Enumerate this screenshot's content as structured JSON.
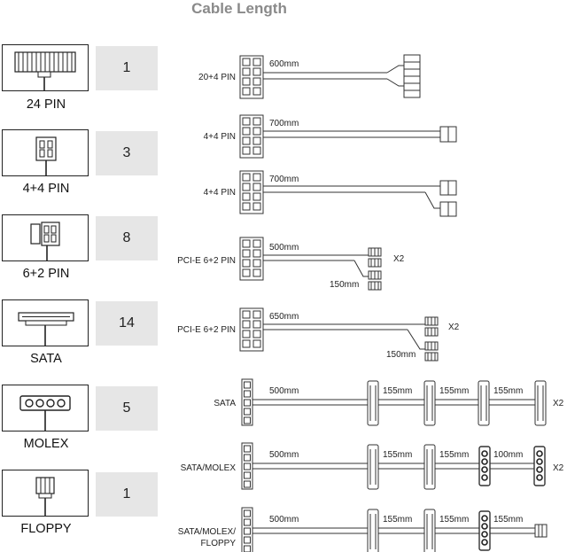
{
  "title": "Cable Length",
  "connectors": [
    {
      "label": "24 PIN",
      "count": "1",
      "icon": "atx-24pin-icon"
    },
    {
      "label": "4+4 PIN",
      "count": "3",
      "icon": "cpu-8pin-icon"
    },
    {
      "label": "6+2 PIN",
      "count": "8",
      "icon": "pcie-8pin-icon"
    },
    {
      "label": "SATA",
      "count": "14",
      "icon": "sata-connector-icon"
    },
    {
      "label": "MOLEX",
      "count": "5",
      "icon": "molex-connector-icon"
    },
    {
      "label": "FLOPPY",
      "count": "1",
      "icon": "floppy-connector-icon"
    }
  ],
  "cables": [
    {
      "name": "20+4 PIN",
      "length": "600mm"
    },
    {
      "name": "4+4 PIN",
      "length": "700mm"
    },
    {
      "name": "4+4 PIN",
      "length": "700mm"
    },
    {
      "name": "PCI-E 6+2 PIN",
      "length": "500mm",
      "branch": "150mm",
      "multiplier": "X2"
    },
    {
      "name": "PCI-E 6+2 PIN",
      "length": "650mm",
      "branch": "150mm",
      "multiplier": "X2"
    },
    {
      "name": "SATA",
      "length": "500mm",
      "segments": [
        "155mm",
        "155mm",
        "155mm"
      ],
      "multiplier": "X2"
    },
    {
      "name": "SATA/MOLEX",
      "length": "500mm",
      "segments": [
        "155mm",
        "155mm",
        "100mm"
      ],
      "multiplier": "X2"
    },
    {
      "name": "SATA/MOLEX/ FLOPPY",
      "name_lines": [
        "SATA/MOLEX/",
        "FLOPPY"
      ],
      "length": "500mm",
      "segments": [
        "155mm",
        "155mm",
        "155mm"
      ]
    }
  ]
}
